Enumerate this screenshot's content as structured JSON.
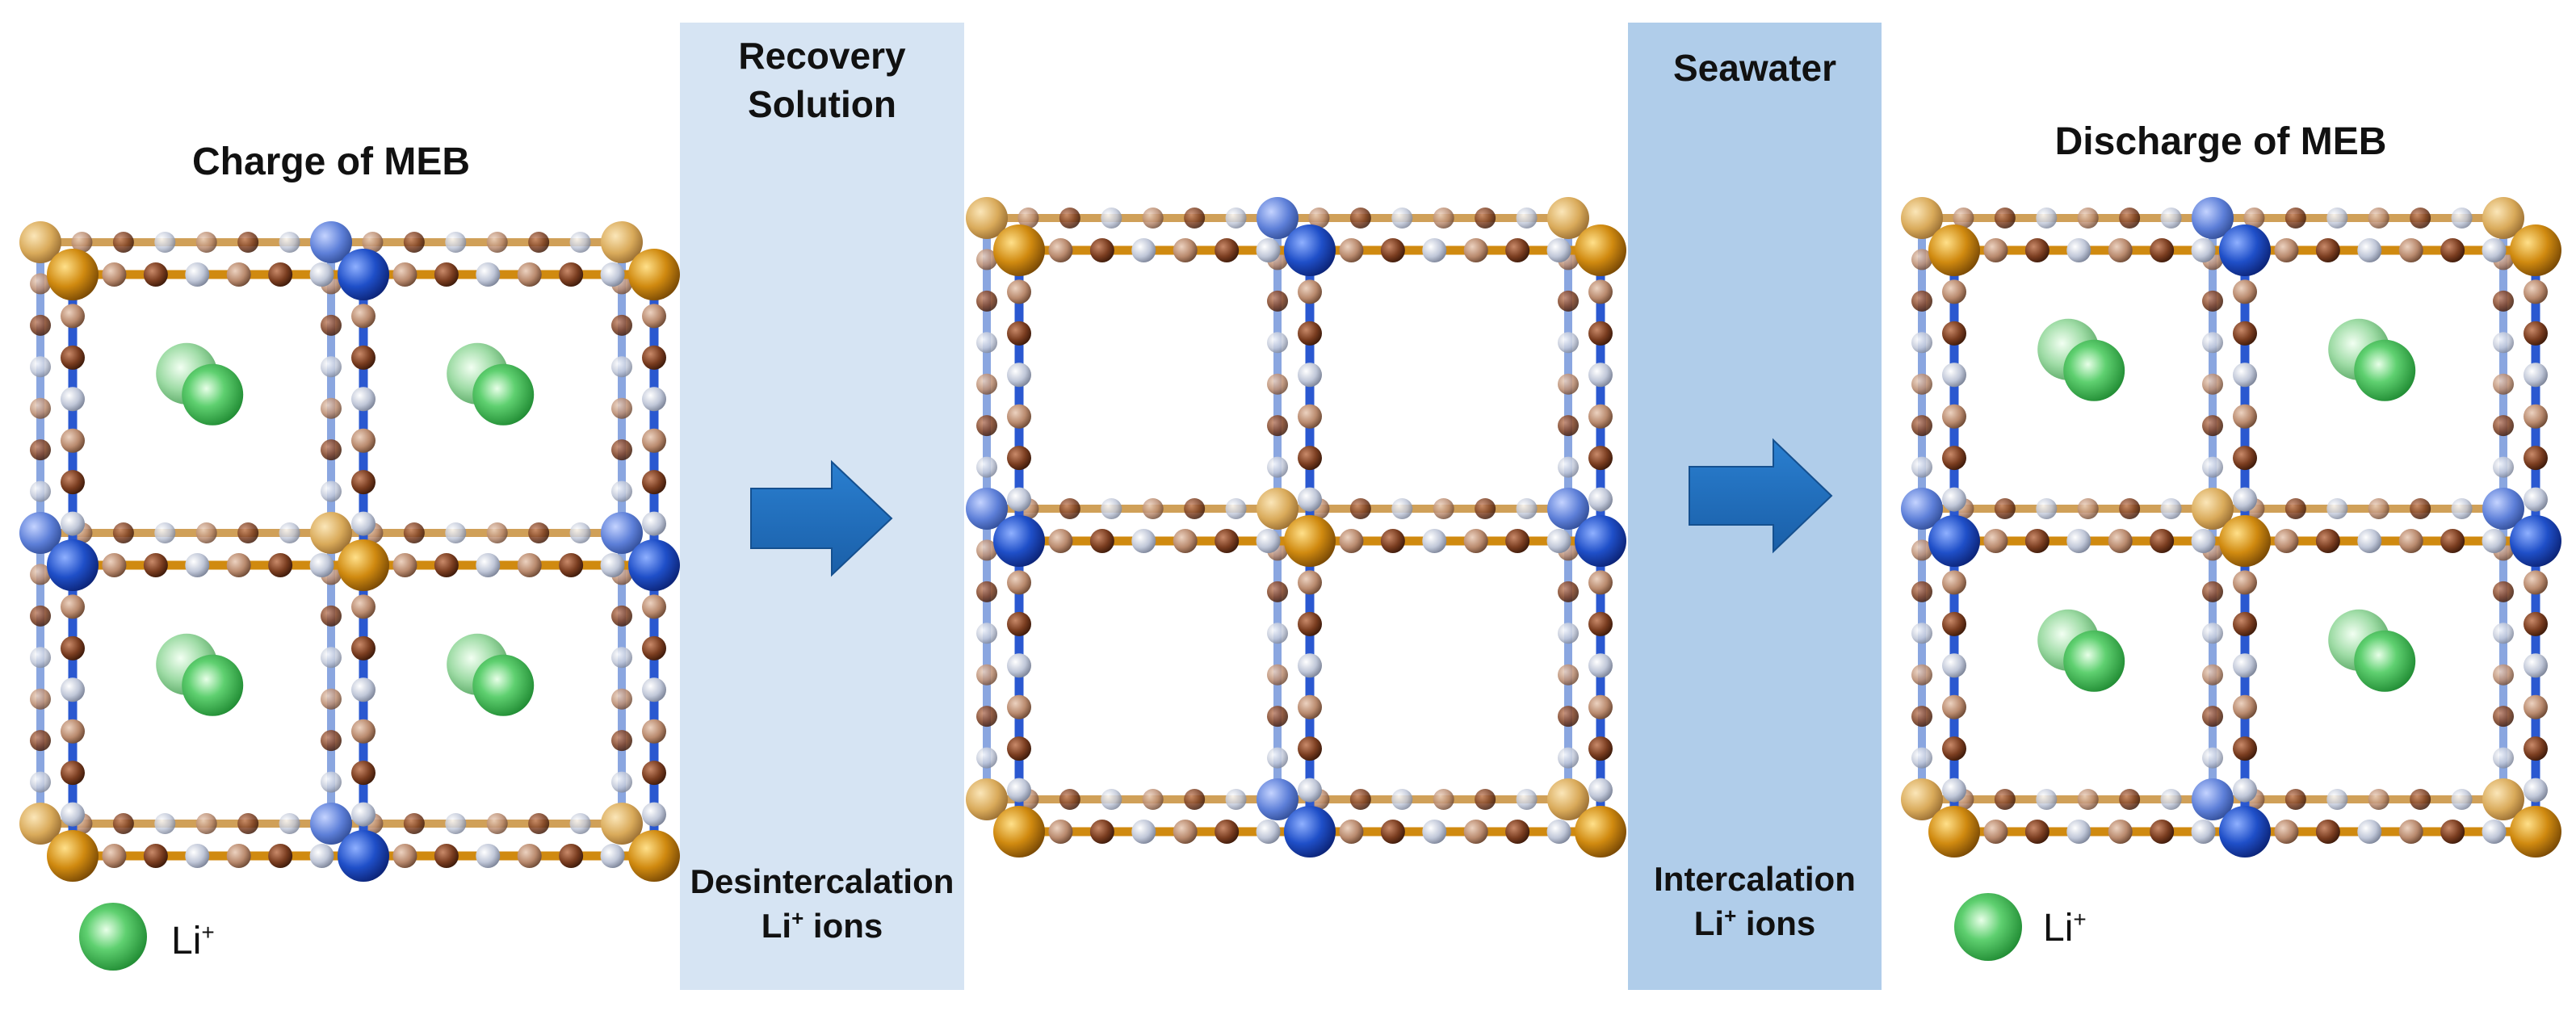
{
  "titles": {
    "charge": "Charge of MEB",
    "discharge": "Discharge of MEB"
  },
  "bands": {
    "recovery": {
      "title_line1": "Recovery",
      "title_line2": "Solution",
      "process_line1": "Desintercalation",
      "process_line2_main": "Li",
      "process_line2_sup": "+",
      "process_line2_rest": " ions"
    },
    "seawater": {
      "title": "Seawater",
      "process_line1": "Intercalation",
      "process_line2_main": "Li",
      "process_line2_sup": "+",
      "process_line2_rest": " ions"
    }
  },
  "legend": {
    "symbol": "green-sphere",
    "label_main": "Li",
    "label_sup": "+"
  },
  "colors": {
    "recovery_band": "#d6e4f3",
    "seawater_band": "#b0cdea",
    "arrow": "#1f6fc0",
    "atom_blue": "#1f4fc8",
    "atom_gold": "#d08a10",
    "atom_brown": "#8a4a2a",
    "atom_tan": "#b98a6e",
    "atom_silver": "#c0c7d8",
    "lithium": "#2fb04a"
  },
  "structures": [
    {
      "name": "charged-lattice",
      "has_lithium": true
    },
    {
      "name": "empty-lattice",
      "has_lithium": false
    },
    {
      "name": "discharged-lattice",
      "has_lithium": true
    }
  ]
}
